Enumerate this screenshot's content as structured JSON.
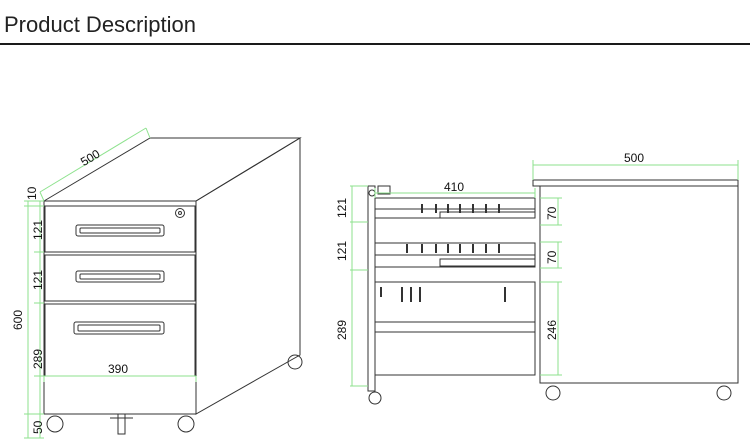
{
  "header": {
    "title": "Product Description"
  },
  "colors": {
    "dimension": "#8ee28e",
    "outline": "#333333",
    "rule": "#1a1a1a"
  },
  "icons": {
    "lock": "keyhole-icon",
    "caster": "caster-wheel-icon"
  },
  "left_view": {
    "dims": {
      "depth": "500",
      "top_thickness": "10",
      "drawer_1": "121",
      "drawer_2": "121",
      "total_height": "600",
      "drawer_3": "289",
      "base": "50",
      "front_width": "390"
    }
  },
  "middle_view": {
    "dims": {
      "slide_length": "410",
      "drawer_1": "121",
      "drawer_2": "121",
      "drawer_3": "289"
    }
  },
  "right_view": {
    "dims": {
      "depth": "500",
      "drawer_1_inner": "70",
      "drawer_2_inner": "70",
      "drawer_3_inner": "246"
    }
  }
}
